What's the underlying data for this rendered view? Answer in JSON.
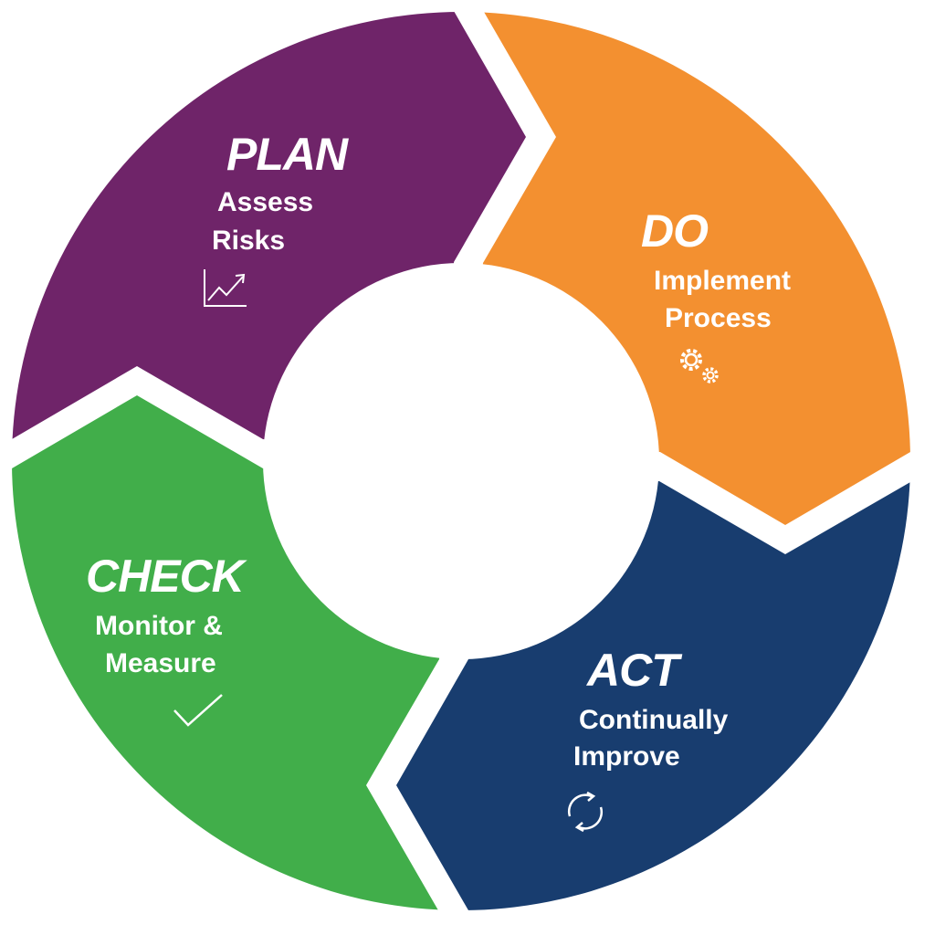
{
  "colors": {
    "plan": "#6f2469",
    "do": "#f39030",
    "act": "#183d6f",
    "check": "#41ae4a"
  },
  "stages": [
    {
      "title": "PLAN",
      "lines": [
        "Assess",
        "Risks"
      ],
      "icon": "line-chart-icon"
    },
    {
      "title": "DO",
      "lines": [
        "Implement",
        "Process"
      ],
      "icon": "gears-icon"
    },
    {
      "title": "ACT",
      "lines": [
        "Continually",
        "Improve"
      ],
      "icon": "refresh-icon"
    },
    {
      "title": "CHECK",
      "lines": [
        "Monitor &",
        "Measure"
      ],
      "icon": "checkmark-icon"
    }
  ]
}
